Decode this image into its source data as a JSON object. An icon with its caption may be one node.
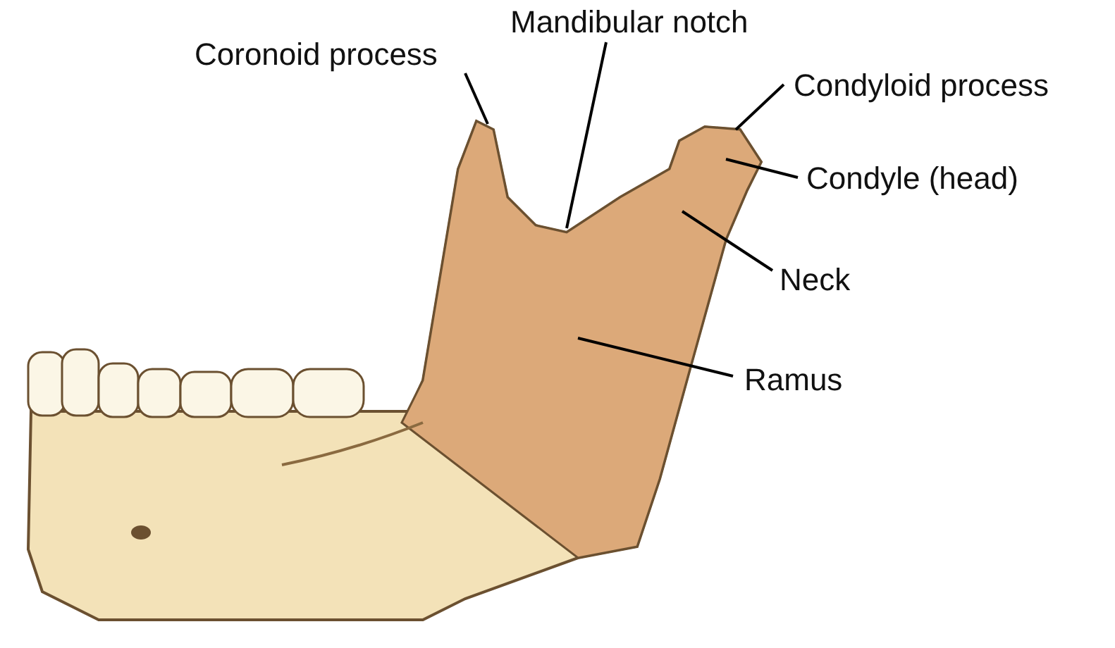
{
  "diagram": {
    "nodes": [
      {
        "text": [
          "Coronoid process"
        ]
      },
      {
        "text": [
          "Mandibular notch"
        ]
      },
      {
        "text": [
          "Condyloid process"
        ]
      },
      {
        "text": [
          "Condyle (head)"
        ]
      },
      {
        "text": [
          "Neck"
        ]
      },
      {
        "text": [
          "Ramus"
        ]
      }
    ],
    "edges": [
      {
        "from": 0,
        "to": null,
        "arrow": "none"
      },
      {
        "from": 1,
        "to": null,
        "arrow": "none"
      },
      {
        "from": 2,
        "to": null,
        "arrow": "none"
      },
      {
        "from": 3,
        "to": null,
        "arrow": "none"
      },
      {
        "from": 4,
        "to": null,
        "arrow": "none"
      },
      {
        "from": 5,
        "to": null,
        "arrow": "none"
      }
    ]
  }
}
